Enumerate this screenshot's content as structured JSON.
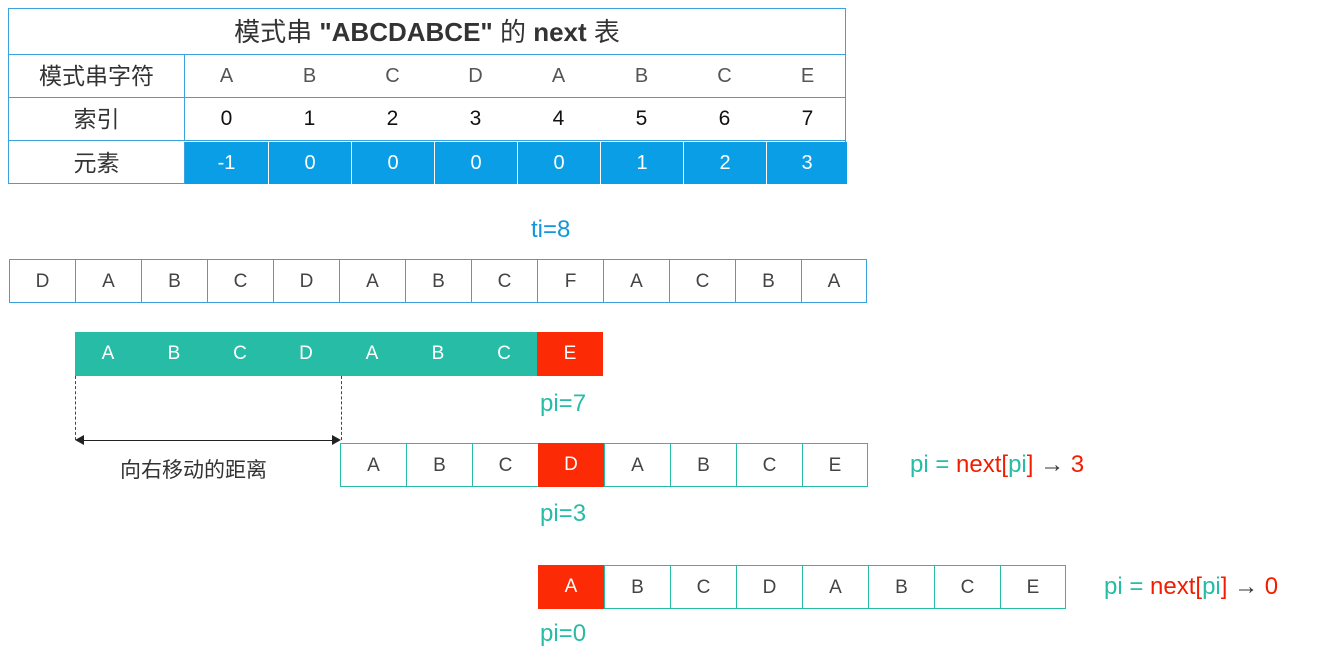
{
  "next_table": {
    "title": {
      "prefix": "模式串 ",
      "pattern": "\"ABCDABCE\"",
      "middle": " 的 ",
      "word": "next",
      "suffix": " 表"
    },
    "row_labels": [
      "模式串字符",
      "索引",
      "元素"
    ],
    "chars": [
      "A",
      "B",
      "C",
      "D",
      "A",
      "B",
      "C",
      "E"
    ],
    "indices": [
      "0",
      "1",
      "2",
      "3",
      "4",
      "5",
      "6",
      "7"
    ],
    "next_values": [
      "-1",
      "0",
      "0",
      "0",
      "0",
      "1",
      "2",
      "3"
    ]
  },
  "text_pointer": {
    "label": "ti=8"
  },
  "text_string": [
    "D",
    "A",
    "B",
    "C",
    "D",
    "A",
    "B",
    "C",
    "F",
    "A",
    "C",
    "B",
    "A"
  ],
  "pattern_1": {
    "chars": [
      "A",
      "B",
      "C",
      "D",
      "A",
      "B",
      "C",
      "E"
    ],
    "pointer_label": "pi=7"
  },
  "shift_label": "向右移动的距离",
  "pattern_2": {
    "chars": [
      "A",
      "B",
      "C",
      "D",
      "A",
      "B",
      "C",
      "E"
    ],
    "pointer_label": "pi=3",
    "formula": {
      "lhs": "pi = ",
      "fn": "next[",
      "arg": "pi",
      "close": "]",
      "arrow": " → ",
      "result": "3"
    }
  },
  "pattern_3": {
    "chars": [
      "A",
      "B",
      "C",
      "D",
      "A",
      "B",
      "C",
      "E"
    ],
    "pointer_label": "pi=0",
    "formula": {
      "lhs": "pi = ",
      "fn": "next[",
      "arg": "pi",
      "close": "]",
      "arrow": " → ",
      "result": "0"
    }
  },
  "colors": {
    "teal": "#26bca6",
    "red": "#fc2a05",
    "blue": "#0a9ee6"
  }
}
